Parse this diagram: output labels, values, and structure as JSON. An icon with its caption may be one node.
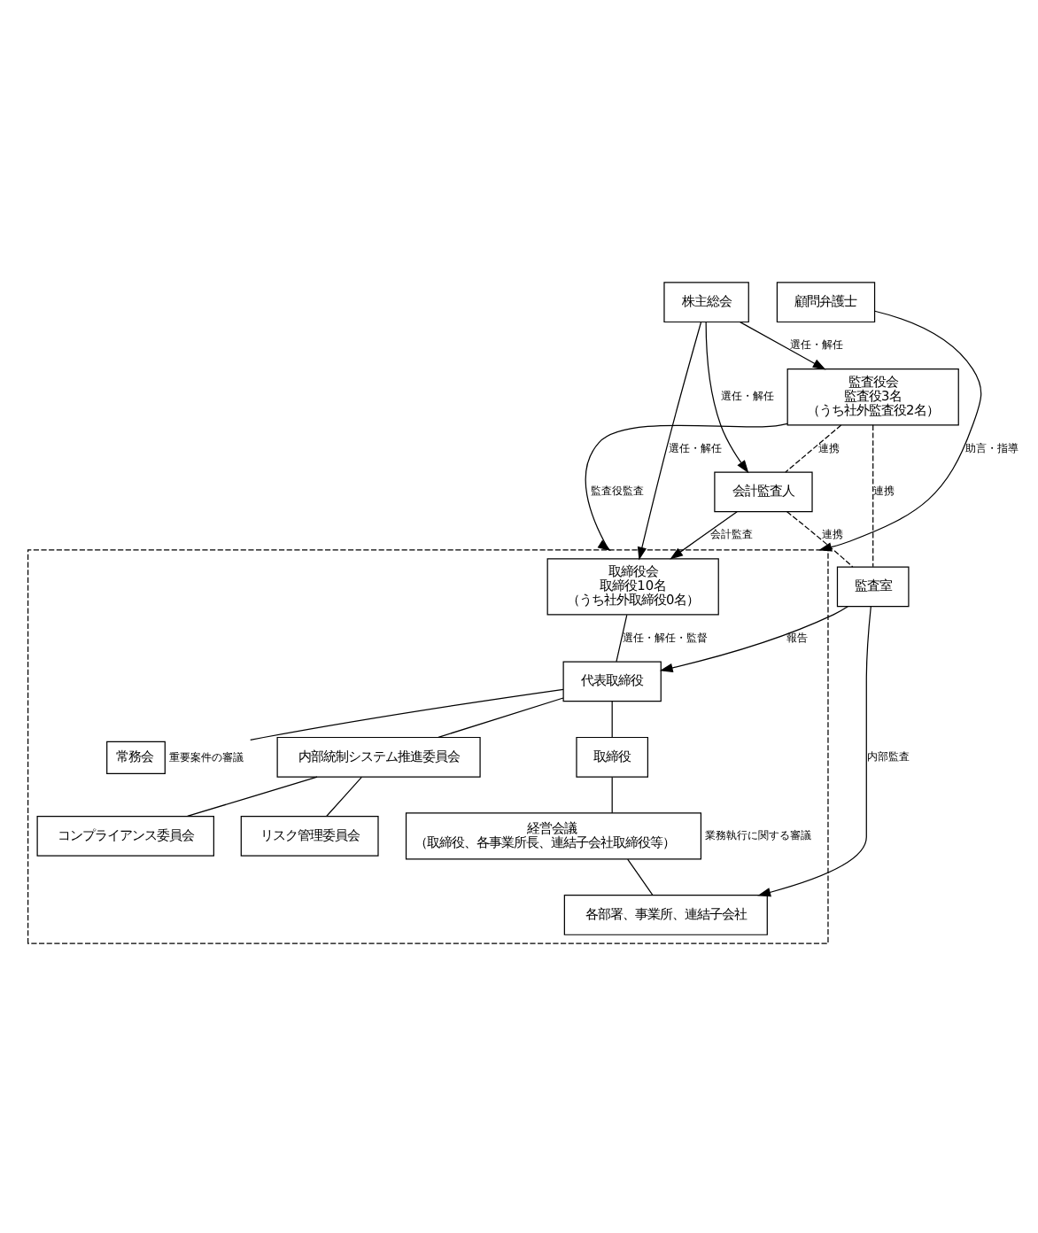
{
  "diagram": {
    "nodes": [
      {
        "text": [
          "株主総会"
        ]
      },
      {
        "text": [
          "監査役会",
          "監査役3名",
          "（うち社外監査役2名）"
        ]
      },
      {
        "text": [],
        "shape": "box"
      },
      {
        "text": [
          "取締役会",
          "取締役10名",
          "（うち社外取締役0名）"
        ],
        "in": 2
      },
      {
        "text": [
          "会計監査人"
        ]
      },
      {
        "text": [
          "顧問弁護士"
        ]
      },
      {
        "text": [
          "代表取締役"
        ],
        "in": 2
      },
      {
        "text": [
          "常務会"
        ],
        "in": 2,
        "beside": [
          "重要案件の審議"
        ]
      },
      {
        "text": [
          "内部統制システム推進委員会"
        ],
        "in": 2
      },
      {
        "text": [
          "コンプライアンス委員会"
        ],
        "in": 2
      },
      {
        "text": [
          "リスク管理委員会"
        ],
        "in": 2
      },
      {
        "text": [
          "取締役"
        ],
        "in": 2
      },
      {
        "text": [
          "経営会議",
          "（取締役、各事業所長、連結子会社取締役等）"
        ],
        "in": 2,
        "beside": [
          "業務執行に関する審議"
        ]
      },
      {
        "text": [
          "各部署、事業所、連結子会社"
        ],
        "in": 2
      },
      {
        "text": [
          "監査室"
        ]
      }
    ],
    "edges": [
      {
        "from": 0,
        "to": 1,
        "arrow": "to",
        "label": "選任・解任"
      },
      {
        "from": 0,
        "to": 3,
        "arrow": "to",
        "label": "選任・解任"
      },
      {
        "from": 0,
        "to": 4,
        "arrow": "to",
        "label": "選任・解任"
      },
      {
        "from": 1,
        "to": 4,
        "arrow": "none",
        "label": "連携",
        "style": "dashed"
      },
      {
        "from": 1,
        "to": 2,
        "arrow": "to",
        "label": "監査役監査"
      },
      {
        "from": 4,
        "to": 3,
        "arrow": "to",
        "label": "会計監査"
      },
      {
        "from": 5,
        "to": 2,
        "arrow": "to",
        "label": "助言・指導"
      },
      {
        "from": 3,
        "to": 6,
        "arrow": "none",
        "label": "選任・解任・監督"
      },
      {
        "from": 6,
        "to": 7,
        "arrow": "none"
      },
      {
        "from": 6,
        "to": 8,
        "arrow": "none"
      },
      {
        "from": 8,
        "to": 9,
        "arrow": "none"
      },
      {
        "from": 8,
        "to": 10,
        "arrow": "none"
      },
      {
        "from": 6,
        "to": 11,
        "arrow": "none"
      },
      {
        "from": 11,
        "to": 12,
        "arrow": "none"
      },
      {
        "from": 12,
        "to": 13,
        "arrow": "none"
      },
      {
        "from": 14,
        "to": 6,
        "arrow": "to",
        "label": "報告"
      },
      {
        "from": 14,
        "to": 13,
        "arrow": "to",
        "label": "内部監査"
      },
      {
        "from": 1,
        "to": 14,
        "arrow": "none",
        "label": "連携",
        "style": "dashed"
      },
      {
        "from": 4,
        "to": 14,
        "arrow": "none",
        "label": "連携",
        "style": "dashed"
      }
    ]
  }
}
